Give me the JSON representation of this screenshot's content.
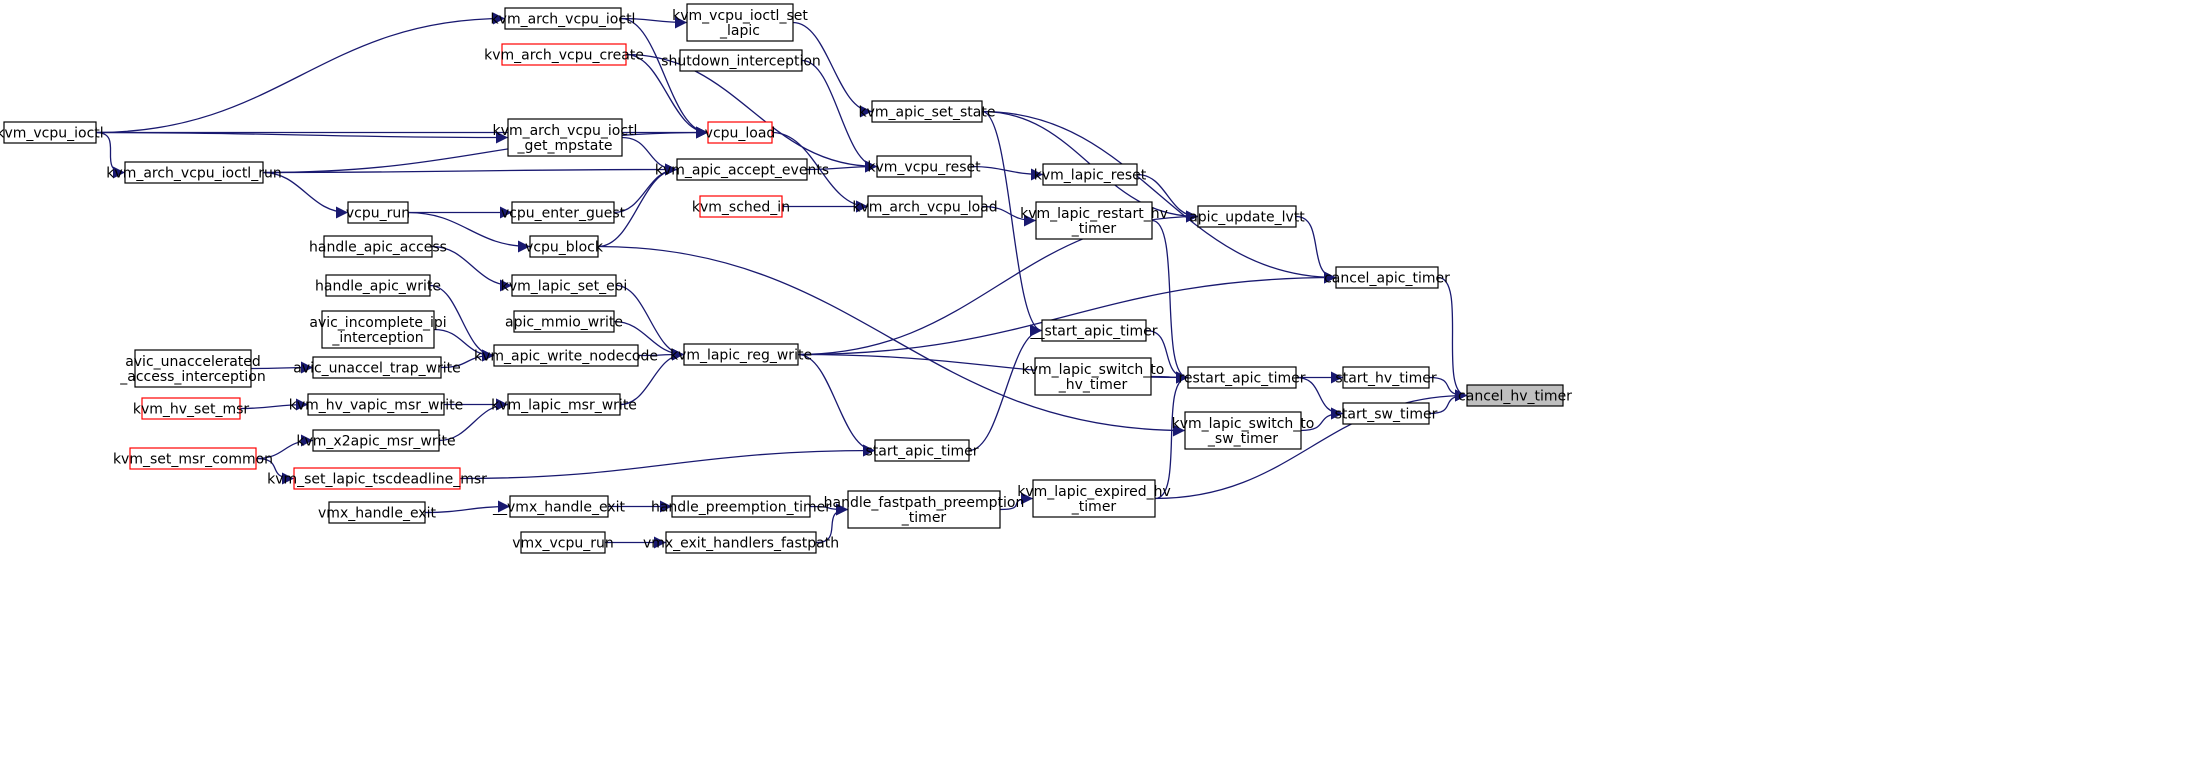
{
  "colors": {
    "edge": "#191970",
    "node_border": "#000000",
    "truncated_border": "#ff0000",
    "root_fill": "#bfbfbf",
    "node_fill": "#ffffff"
  },
  "nodes": [
    {
      "id": "kvm_vcpu_ioctl",
      "lines": [
        "kvm_vcpu_ioctl"
      ]
    },
    {
      "id": "kvm_arch_vcpu_ioctl_run",
      "lines": [
        "kvm_arch_vcpu_ioctl_run"
      ]
    },
    {
      "id": "kvm_arch_vcpu_ioctl",
      "lines": [
        "kvm_arch_vcpu_ioctl"
      ]
    },
    {
      "id": "kvm_vcpu_ioctl_set_lapic",
      "lines": [
        "kvm_vcpu_ioctl_set",
        "_lapic"
      ]
    },
    {
      "id": "kvm_arch_vcpu_create",
      "lines": [
        "kvm_arch_vcpu_create"
      ],
      "truncated": true
    },
    {
      "id": "shutdown_interception",
      "lines": [
        "shutdown_interception"
      ]
    },
    {
      "id": "kvm_apic_set_state",
      "lines": [
        "kvm_apic_set_state"
      ]
    },
    {
      "id": "kvm_arch_vcpu_ioctl_get_mpstate",
      "lines": [
        "kvm_arch_vcpu_ioctl",
        "_get_mpstate"
      ]
    },
    {
      "id": "vcpu_load",
      "lines": [
        "vcpu_load"
      ],
      "truncated": true
    },
    {
      "id": "kvm_apic_accept_events",
      "lines": [
        "kvm_apic_accept_events"
      ]
    },
    {
      "id": "kvm_vcpu_reset",
      "lines": [
        "kvm_vcpu_reset"
      ]
    },
    {
      "id": "kvm_lapic_reset",
      "lines": [
        "kvm_lapic_reset"
      ]
    },
    {
      "id": "vcpu_run",
      "lines": [
        "vcpu_run"
      ]
    },
    {
      "id": "vcpu_enter_guest",
      "lines": [
        "vcpu_enter_guest"
      ]
    },
    {
      "id": "kvm_sched_in",
      "lines": [
        "kvm_sched_in"
      ],
      "truncated": true
    },
    {
      "id": "kvm_arch_vcpu_load",
      "lines": [
        "kvm_arch_vcpu_load"
      ]
    },
    {
      "id": "kvm_lapic_restart_hv_timer",
      "lines": [
        "kvm_lapic_restart_hv",
        "_timer"
      ]
    },
    {
      "id": "apic_update_lvtt",
      "lines": [
        "apic_update_lvtt"
      ]
    },
    {
      "id": "handle_apic_access",
      "lines": [
        "handle_apic_access"
      ]
    },
    {
      "id": "vcpu_block",
      "lines": [
        "vcpu_block"
      ]
    },
    {
      "id": "kvm_lapic_set_eoi",
      "lines": [
        "kvm_lapic_set_eoi"
      ]
    },
    {
      "id": "handle_apic_write",
      "lines": [
        "handle_apic_write"
      ]
    },
    {
      "id": "cancel_apic_timer",
      "lines": [
        "cancel_apic_timer"
      ]
    },
    {
      "id": "apic_mmio_write",
      "lines": [
        "apic_mmio_write"
      ]
    },
    {
      "id": "avic_incomplete_ipi_interception",
      "lines": [
        "avic_incomplete_ipi",
        "_interception"
      ]
    },
    {
      "id": "__start_apic_timer",
      "lines": [
        "__start_apic_timer"
      ]
    },
    {
      "id": "avic_unaccelerated_access_interception",
      "lines": [
        "avic_unaccelerated",
        "_access_interception"
      ]
    },
    {
      "id": "avic_unaccel_trap_write",
      "lines": [
        "avic_unaccel_trap_write"
      ]
    },
    {
      "id": "kvm_apic_write_nodecode",
      "lines": [
        "kvm_apic_write_nodecode"
      ]
    },
    {
      "id": "kvm_lapic_reg_write",
      "lines": [
        "kvm_lapic_reg_write"
      ]
    },
    {
      "id": "kvm_lapic_switch_to_hv_timer",
      "lines": [
        "kvm_lapic_switch_to",
        "_hv_timer"
      ]
    },
    {
      "id": "restart_apic_timer",
      "lines": [
        "restart_apic_timer"
      ]
    },
    {
      "id": "start_hv_timer",
      "lines": [
        "start_hv_timer"
      ]
    },
    {
      "id": "cancel_hv_timer",
      "lines": [
        "cancel_hv_timer"
      ],
      "root": true
    },
    {
      "id": "kvm_hv_set_msr",
      "lines": [
        "kvm_hv_set_msr"
      ],
      "truncated": true
    },
    {
      "id": "kvm_hv_vapic_msr_write",
      "lines": [
        "kvm_hv_vapic_msr_write"
      ]
    },
    {
      "id": "kvm_lapic_msr_write",
      "lines": [
        "kvm_lapic_msr_write"
      ]
    },
    {
      "id": "start_sw_timer",
      "lines": [
        "start_sw_timer"
      ]
    },
    {
      "id": "kvm_lapic_switch_to_sw_timer",
      "lines": [
        "kvm_lapic_switch_to",
        "_sw_timer"
      ]
    },
    {
      "id": "kvm_x2apic_msr_write",
      "lines": [
        "kvm_x2apic_msr_write"
      ]
    },
    {
      "id": "kvm_set_msr_common",
      "lines": [
        "kvm_set_msr_common"
      ],
      "truncated": true
    },
    {
      "id": "kvm_set_lapic_tscdeadline_msr",
      "lines": [
        "kvm_set_lapic_tscdeadline_msr"
      ],
      "truncated": true
    },
    {
      "id": "start_apic_timer",
      "lines": [
        "start_apic_timer"
      ]
    },
    {
      "id": "kvm_lapic_expired_hv_timer",
      "lines": [
        "kvm_lapic_expired_hv",
        "_timer"
      ]
    },
    {
      "id": "vmx_handle_exit",
      "lines": [
        "vmx_handle_exit"
      ]
    },
    {
      "id": "__vmx_handle_exit",
      "lines": [
        "__vmx_handle_exit"
      ]
    },
    {
      "id": "handle_preemption_timer",
      "lines": [
        "handle_preemption_timer"
      ]
    },
    {
      "id": "handle_fastpath_preemption_timer",
      "lines": [
        "handle_fastpath_preemption",
        "_timer"
      ]
    },
    {
      "id": "vmx_vcpu_run",
      "lines": [
        "vmx_vcpu_run"
      ]
    },
    {
      "id": "vmx_exit_handlers_fastpath",
      "lines": [
        "vmx_exit_handlers_fastpath"
      ]
    }
  ],
  "edges": [
    [
      "kvm_vcpu_ioctl",
      "kvm_arch_vcpu_ioctl"
    ],
    [
      "kvm_vcpu_ioctl",
      "kvm_arch_vcpu_ioctl_get_mpstate"
    ],
    [
      "kvm_vcpu_ioctl",
      "vcpu_load"
    ],
    [
      "kvm_vcpu_ioctl",
      "kvm_arch_vcpu_ioctl_run"
    ],
    [
      "kvm_arch_vcpu_ioctl_run",
      "vcpu_load"
    ],
    [
      "kvm_arch_vcpu_ioctl_run",
      "kvm_apic_accept_events"
    ],
    [
      "kvm_arch_vcpu_ioctl_run",
      "vcpu_run"
    ],
    [
      "kvm_arch_vcpu_ioctl",
      "kvm_vcpu_ioctl_set_lapic"
    ],
    [
      "kvm_arch_vcpu_ioctl",
      "vcpu_load"
    ],
    [
      "kvm_vcpu_ioctl_set_lapic",
      "kvm_apic_set_state"
    ],
    [
      "kvm_arch_vcpu_create",
      "vcpu_load"
    ],
    [
      "kvm_arch_vcpu_create",
      "kvm_vcpu_reset"
    ],
    [
      "shutdown_interception",
      "kvm_vcpu_reset"
    ],
    [
      "kvm_arch_vcpu_ioctl_get_mpstate",
      "kvm_apic_accept_events"
    ],
    [
      "vcpu_load",
      "kvm_arch_vcpu_load"
    ],
    [
      "vcpu_run",
      "vcpu_enter_guest"
    ],
    [
      "vcpu_run",
      "vcpu_block"
    ],
    [
      "vcpu_enter_guest",
      "kvm_apic_accept_events"
    ],
    [
      "vcpu_block",
      "kvm_apic_accept_events"
    ],
    [
      "vcpu_block",
      "kvm_lapic_switch_to_sw_timer"
    ],
    [
      "kvm_apic_accept_events",
      "kvm_vcpu_reset"
    ],
    [
      "kvm_vcpu_reset",
      "kvm_lapic_reset"
    ],
    [
      "kvm_sched_in",
      "kvm_arch_vcpu_load"
    ],
    [
      "kvm_arch_vcpu_load",
      "kvm_lapic_restart_hv_timer"
    ],
    [
      "kvm_lapic_reset",
      "apic_update_lvtt"
    ],
    [
      "kvm_apic_set_state",
      "apic_update_lvtt"
    ],
    [
      "kvm_apic_set_state",
      "cancel_apic_timer"
    ],
    [
      "kvm_apic_set_state",
      "__start_apic_timer"
    ],
    [
      "kvm_lapic_restart_hv_timer",
      "restart_apic_timer"
    ],
    [
      "apic_update_lvtt",
      "cancel_apic_timer"
    ],
    [
      "cancel_apic_timer",
      "cancel_hv_timer"
    ],
    [
      "handle_apic_access",
      "kvm_lapic_set_eoi"
    ],
    [
      "kvm_lapic_set_eoi",
      "kvm_lapic_reg_write"
    ],
    [
      "handle_apic_write",
      "kvm_apic_write_nodecode"
    ],
    [
      "apic_mmio_write",
      "kvm_lapic_reg_write"
    ],
    [
      "avic_incomplete_ipi_interception",
      "kvm_apic_write_nodecode"
    ],
    [
      "avic_unaccelerated_access_interception",
      "avic_unaccel_trap_write"
    ],
    [
      "avic_unaccel_trap_write",
      "kvm_apic_write_nodecode"
    ],
    [
      "kvm_apic_write_nodecode",
      "kvm_lapic_reg_write"
    ],
    [
      "kvm_lapic_reg_write",
      "apic_update_lvtt"
    ],
    [
      "kvm_lapic_reg_write",
      "cancel_apic_timer"
    ],
    [
      "kvm_lapic_reg_write",
      "restart_apic_timer"
    ],
    [
      "kvm_lapic_reg_write",
      "start_apic_timer"
    ],
    [
      "kvm_hv_set_msr",
      "kvm_hv_vapic_msr_write"
    ],
    [
      "kvm_hv_vapic_msr_write",
      "kvm_lapic_msr_write"
    ],
    [
      "kvm_x2apic_msr_write",
      "kvm_lapic_msr_write"
    ],
    [
      "kvm_lapic_msr_write",
      "kvm_lapic_reg_write"
    ],
    [
      "kvm_set_msr_common",
      "kvm_x2apic_msr_write"
    ],
    [
      "kvm_set_msr_common",
      "kvm_set_lapic_tscdeadline_msr"
    ],
    [
      "kvm_set_lapic_tscdeadline_msr",
      "start_apic_timer"
    ],
    [
      "start_apic_timer",
      "__start_apic_timer"
    ],
    [
      "__start_apic_timer",
      "restart_apic_timer"
    ],
    [
      "kvm_lapic_switch_to_hv_timer",
      "restart_apic_timer"
    ],
    [
      "kvm_lapic_expired_hv_timer",
      "restart_apic_timer"
    ],
    [
      "kvm_lapic_expired_hv_timer",
      "cancel_hv_timer"
    ],
    [
      "restart_apic_timer",
      "start_hv_timer"
    ],
    [
      "restart_apic_timer",
      "start_sw_timer"
    ],
    [
      "start_hv_timer",
      "cancel_hv_timer"
    ],
    [
      "kvm_lapic_switch_to_sw_timer",
      "start_sw_timer"
    ],
    [
      "start_sw_timer",
      "cancel_hv_timer"
    ],
    [
      "vmx_handle_exit",
      "__vmx_handle_exit"
    ],
    [
      "__vmx_handle_exit",
      "handle_preemption_timer"
    ],
    [
      "handle_preemption_timer",
      "handle_fastpath_preemption_timer"
    ],
    [
      "vmx_vcpu_run",
      "vmx_exit_handlers_fastpath"
    ],
    [
      "vmx_exit_handlers_fastpath",
      "handle_fastpath_preemption_timer"
    ],
    [
      "handle_fastpath_preemption_timer",
      "kvm_lapic_expired_hv_timer"
    ]
  ]
}
